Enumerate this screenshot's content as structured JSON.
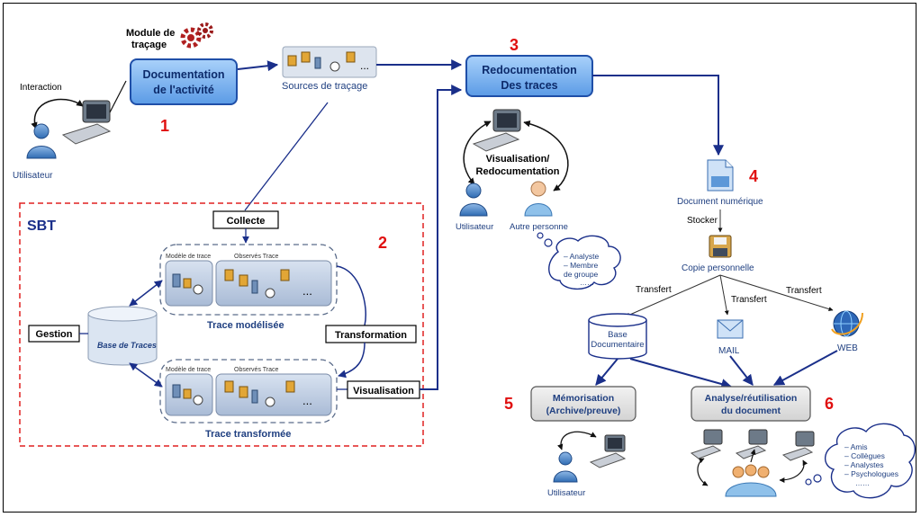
{
  "colors": {
    "process_fill": "#7fb7f0",
    "process_stroke": "#1f4fa8",
    "arrow": "#1a2f8a",
    "step_number": "#e01010",
    "sbt_border": "#e02020",
    "sbt_label": "#1a2f8a",
    "grey_box": "#e3e3e3"
  },
  "module": {
    "line1": "Module de",
    "line2": "traçage"
  },
  "interaction": "Interaction",
  "user_left": "Utilisateur",
  "doc_activity": {
    "line1": "Documentation",
    "line2": "de l'activité"
  },
  "step1": "1",
  "sources": "Sources de traçage",
  "step3": "3",
  "redoc": {
    "line1": "Redocumentation",
    "line2": "Des traces"
  },
  "sbt": {
    "title": "SBT",
    "step2": "2",
    "collecte": "Collecte",
    "gestion": "Gestion",
    "base": "Base de Traces",
    "transformation": "Transformation",
    "visualisation": "Visualisation",
    "model_label": "Modèle de trace",
    "observes_label": "Observés Trace",
    "dots": "...",
    "trace_modelisee": "Trace modélisée",
    "trace_transformee": "Trace transformée"
  },
  "vis_redoc": {
    "line1": "Visualisation/",
    "line2": "Redocumentation"
  },
  "user_mid": "Utilisateur",
  "autre_personne": "Autre personne",
  "bubble1": [
    "Analyste",
    "Membre",
    "de groupe",
    "……"
  ],
  "step4": "4",
  "document_numerique": "Document numérique",
  "stocker": "Stocker",
  "copie_personnelle": "Copie personnelle",
  "transfert": [
    "Transfert",
    "Transfert",
    "Transfert"
  ],
  "base_doc": {
    "line1": "Base",
    "line2": "Documentaire"
  },
  "mail": "MAIL",
  "web": "WEB",
  "step5": "5",
  "memorisation": {
    "line1": "Mémorisation",
    "line2": "(Archive/preuve)"
  },
  "step6": "6",
  "analyse": {
    "line1": "Analyse/réutilisation",
    "line2": "du document"
  },
  "user_bottom": "Utilisateur",
  "bubble2": [
    "Amis",
    "Collègues",
    "Analystes",
    "Psychologues",
    "……"
  ]
}
